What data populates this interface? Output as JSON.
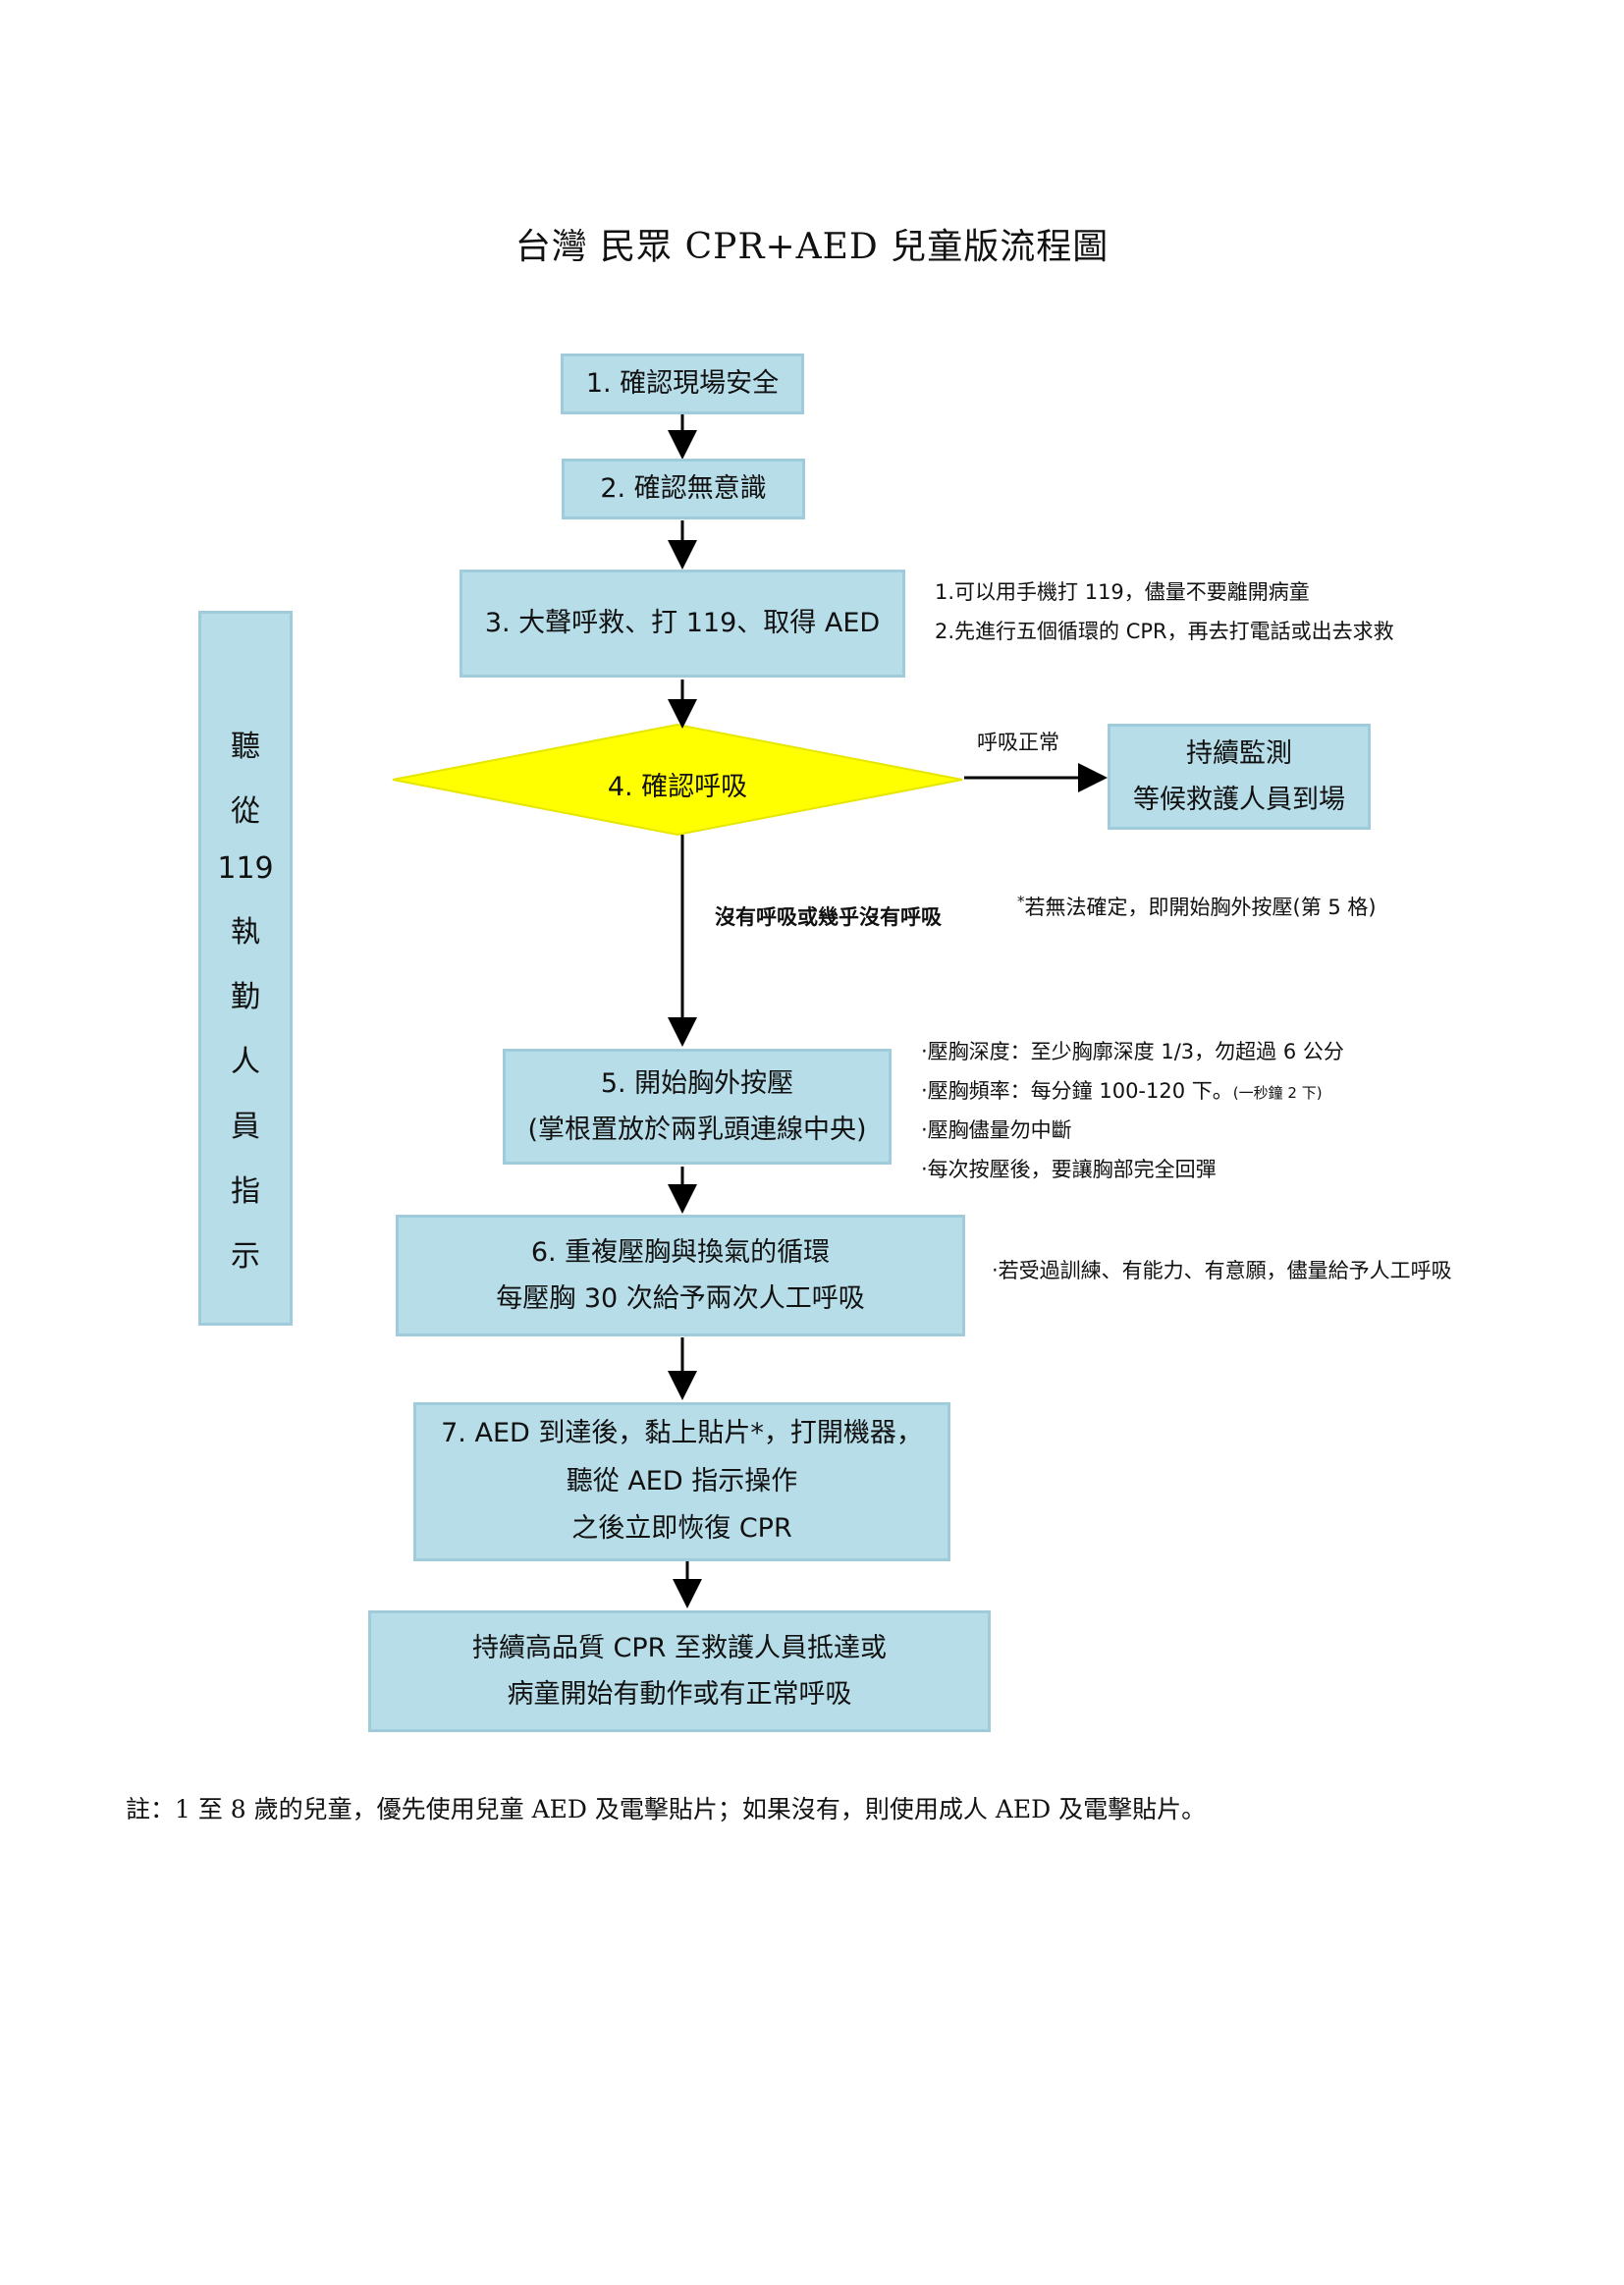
{
  "title": "台灣  民眾  CPR+AED 兒童版流程圖",
  "steps": {
    "s1": "1.  確認現場安全",
    "s2": "2.  確認無意識",
    "s3": "3.  大聲呼救、打 119、取得 AED",
    "s4": "4.  確認呼吸",
    "s5_line1": "5.  開始胸外按壓",
    "s5_line2": "(掌根置放於兩乳頭連線中央)",
    "s6_line1": "6.  重複壓胸與換氣的循環",
    "s6_line2": "每壓胸 30 次給予兩次人工呼吸",
    "s7_line1": "7. AED 到達後，黏上貼片*，打開機器，",
    "s7_line2": "聽從 AED 指示操作",
    "s7_line3": "之後立即恢復 CPR",
    "s8_line1": "持續高品質  CPR  至救護人員抵達或",
    "s8_line2": "病童開始有動作或有正常呼吸",
    "monitor_line1": "持續監測",
    "monitor_line2": "等候救護人員到場"
  },
  "side_bar": [
    "聽",
    "從",
    "119",
    "執",
    "勤",
    "人",
    "員",
    "指",
    "示"
  ],
  "labels": {
    "normal_breathing": "呼吸正常",
    "no_breathing": "沒有呼吸或幾乎沒有呼吸"
  },
  "notes": {
    "call_1": "1.可以用手機打 119，儘量不要離開病童",
    "call_2": "2.先進行五個循環的 CPR，再去打電話或出去求救",
    "uncertain_star": "*",
    "uncertain": "若無法確定，即開始胸外按壓(第 5 格)",
    "comp_1": "‧壓胸深度：至少胸廓深度 1/3，勿超過 6 公分",
    "comp_2": "‧壓胸頻率：每分鐘 100-120 下。",
    "comp_2_small": "(一秒鐘 2 下)",
    "comp_3": "‧壓胸儘量勿中斷",
    "comp_4": "‧每次按壓後，要讓胸部完全回彈",
    "breath": "‧若受過訓練、有能力、有意願，儘量給予人工呼吸"
  },
  "footnote": "註：1 至 8 歲的兒童，優先使用兒童 AED 及電擊貼片；如果沒有，則使用成人 AED 及電擊貼片。",
  "colors": {
    "box_fill": "#b7dde8",
    "box_border": "#9fcbdb",
    "diamond_fill": "#ffff00",
    "arrow": "#000000"
  }
}
